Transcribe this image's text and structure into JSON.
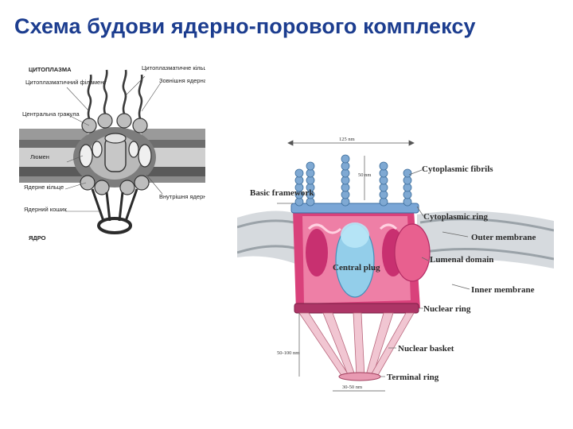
{
  "slide": {
    "title": "Схема будови ядерно-порового комплексу"
  },
  "left_figure": {
    "labels": {
      "cytoplasm": "ЦИТОПЛАЗМА",
      "cyto_ring": "Цитоплазматичне кільце",
      "cyto_filament": "Цитоплазматичний філамент",
      "outer_membrane": "Зовнішня ядерна мембрана",
      "central_granule": "Центральна гранула",
      "lumen": "Люмен",
      "nuclear_rings": "Ядерне кільце",
      "nuclear_basket": "Ядерний кошик",
      "inner_membrane": "Внутрішня ядерна мембрана",
      "nucleus": "ЯДРО"
    }
  },
  "right_figure": {
    "labels": {
      "width_top": "125 nm",
      "fibril_length": "50 nm",
      "basket_height": "50-100 nm",
      "terminal_width": "30-50 nm",
      "basic_framework": "Basic framework",
      "cytoplasmic_fibrils": "Cytoplasmic fibrils",
      "cytoplasmic_ring": "Cytoplasmic ring",
      "outer_membrane": "Outer membrane",
      "lumenal_domain": "Lumenal domain",
      "inner_membrane": "Inner membrane",
      "central_plug": "Central plug",
      "nuclear_ring": "Nuclear ring",
      "nuclear_basket": "Nuclear basket",
      "terminal_ring": "Terminal ring"
    }
  }
}
